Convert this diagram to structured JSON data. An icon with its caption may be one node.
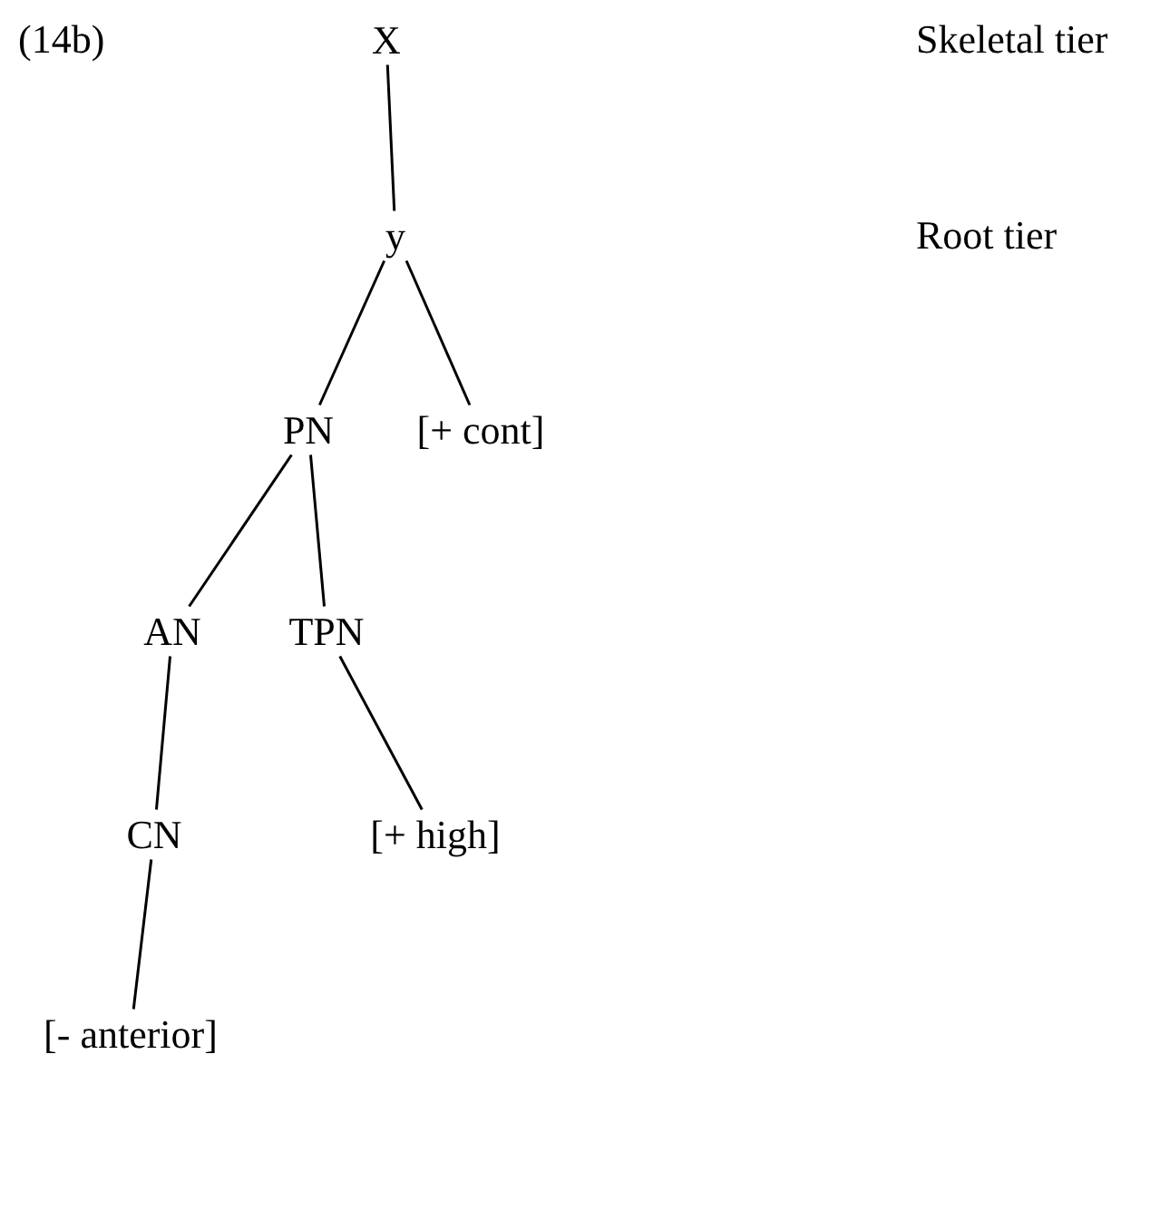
{
  "diagram": {
    "nodes": [
      {
        "text": [
          "X"
        ]
      },
      {
        "text": [
          "y"
        ]
      },
      {
        "text": [
          "PN"
        ]
      },
      {
        "text": [
          "[+ cont]"
        ]
      },
      {
        "text": [
          "AN"
        ]
      },
      {
        "text": [
          "TPN"
        ]
      },
      {
        "text": [
          "CN"
        ]
      },
      {
        "text": [
          "[+ high]"
        ]
      },
      {
        "text": [
          "[- anterior]"
        ]
      }
    ],
    "edges": [
      {
        "from": 0,
        "to": 1,
        "arrow": "none"
      },
      {
        "from": 1,
        "to": 2,
        "arrow": "none"
      },
      {
        "from": 1,
        "to": 3,
        "arrow": "none"
      },
      {
        "from": 2,
        "to": 4,
        "arrow": "none"
      },
      {
        "from": 2,
        "to": 5,
        "arrow": "none"
      },
      {
        "from": 4,
        "to": 6,
        "arrow": "none"
      },
      {
        "from": 5,
        "to": 7,
        "arrow": "none"
      },
      {
        "from": 6,
        "to": 8,
        "arrow": "none"
      }
    ],
    "labels": [
      "(14b)",
      "Skeletal tier",
      "Root tier"
    ]
  }
}
